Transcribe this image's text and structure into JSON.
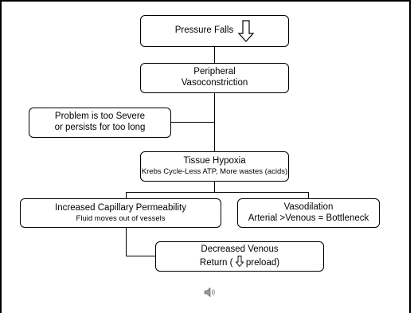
{
  "diagram": {
    "nodes": {
      "pressure_falls": {
        "label": "Pressure Falls",
        "icon": "down-arrow-outline"
      },
      "peripheral": {
        "line1": "Peripheral",
        "line2": "Vasoconstriction"
      },
      "problem": {
        "line1": "Problem is too Severe",
        "line2": "or persists for too long"
      },
      "hypoxia": {
        "title": "Tissue Hypoxia",
        "detail": "Krebs Cycle-Less ATP, More wastes (acids)"
      },
      "permeability": {
        "title": "Increased Capillary Permeability",
        "detail": "Fluid moves out of vessels"
      },
      "vasodilation": {
        "title": "Vasodilation",
        "detail": "Arterial >Venous = Bottleneck"
      },
      "venous": {
        "line1": "Decreased Venous",
        "line2_before": "Return ( ",
        "line2_after": " preload)",
        "icon": "down-arrow-outline"
      }
    },
    "edges": [
      [
        "pressure_falls",
        "peripheral"
      ],
      [
        "peripheral",
        "hypoxia"
      ],
      [
        "problem",
        "hypoxia"
      ],
      [
        "hypoxia",
        "permeability"
      ],
      [
        "hypoxia",
        "vasodilation"
      ],
      [
        "permeability",
        "venous"
      ]
    ],
    "audio_icon": "speaker-icon"
  }
}
